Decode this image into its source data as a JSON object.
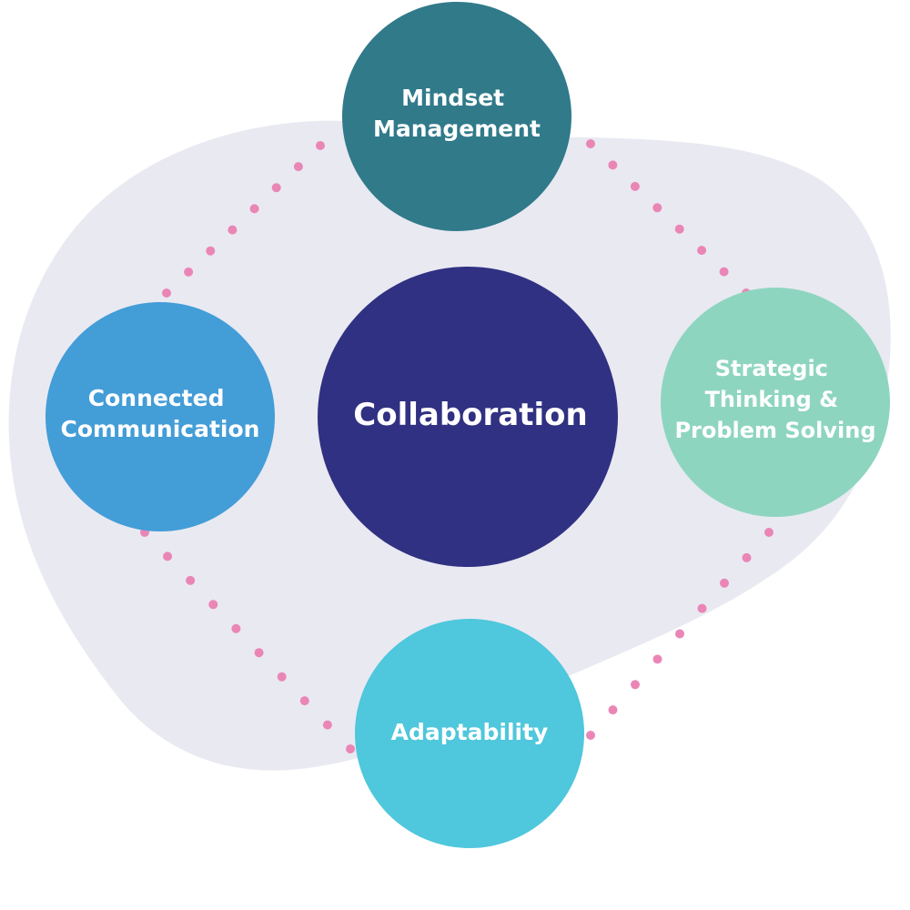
{
  "colors": {
    "blob": "#e9e9f2",
    "dots": "#ea86b6",
    "center": "#303182",
    "mindset": "#307a8a",
    "strategic": "#8ed5bf",
    "connected": "#439dd7",
    "adaptability": "#4fc7dc",
    "label_text": "#ffffff"
  },
  "diagram": {
    "center": {
      "label": "Collaboration"
    },
    "nodes": {
      "mindset": {
        "lines": [
          "Mindset",
          "Management"
        ]
      },
      "strategic": {
        "lines": [
          "Strategic",
          "Thinking &",
          "Problem Solving"
        ]
      },
      "connected": {
        "lines": [
          "Connected",
          "Communication"
        ]
      },
      "adaptability": {
        "lines": [
          "Adaptability"
        ]
      }
    }
  }
}
